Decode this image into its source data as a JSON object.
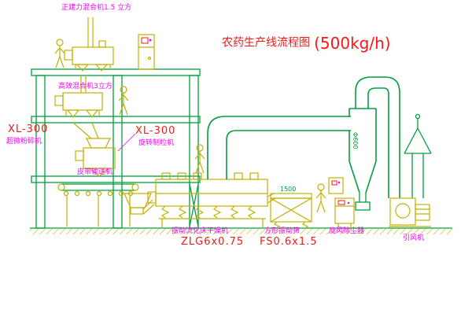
{
  "title": {
    "name": "农药生产线流程图",
    "capacity": "(500kg/h)"
  },
  "colors": {
    "background": "#ffffff",
    "structure_green": "#00a03c",
    "machine_yellow": "#c4b000",
    "label_magenta": "#ff00ff",
    "label_red": "#ff1515"
  },
  "labels": {
    "top_mixer": "正建力混合机1.5 立方",
    "mid_mixer": "高效混合机3立方",
    "mill_model": "XL-300",
    "mill_name": "超微粉碎机",
    "granulator_model": "XL-300",
    "granulator_name": "旋转制粒机",
    "belt_conveyor": "皮带输送机",
    "dryer_name": "振动流化床干燥机",
    "dryer_model": "ZLG6x0.75",
    "sieve_name": "方形振动筛",
    "sieve_model": "FS0.6x1.5",
    "cyclone_name": "旋风除尘器",
    "fan_name": "引风机",
    "cyclone_dim": "Φ600",
    "sieve_dim": "1500"
  }
}
